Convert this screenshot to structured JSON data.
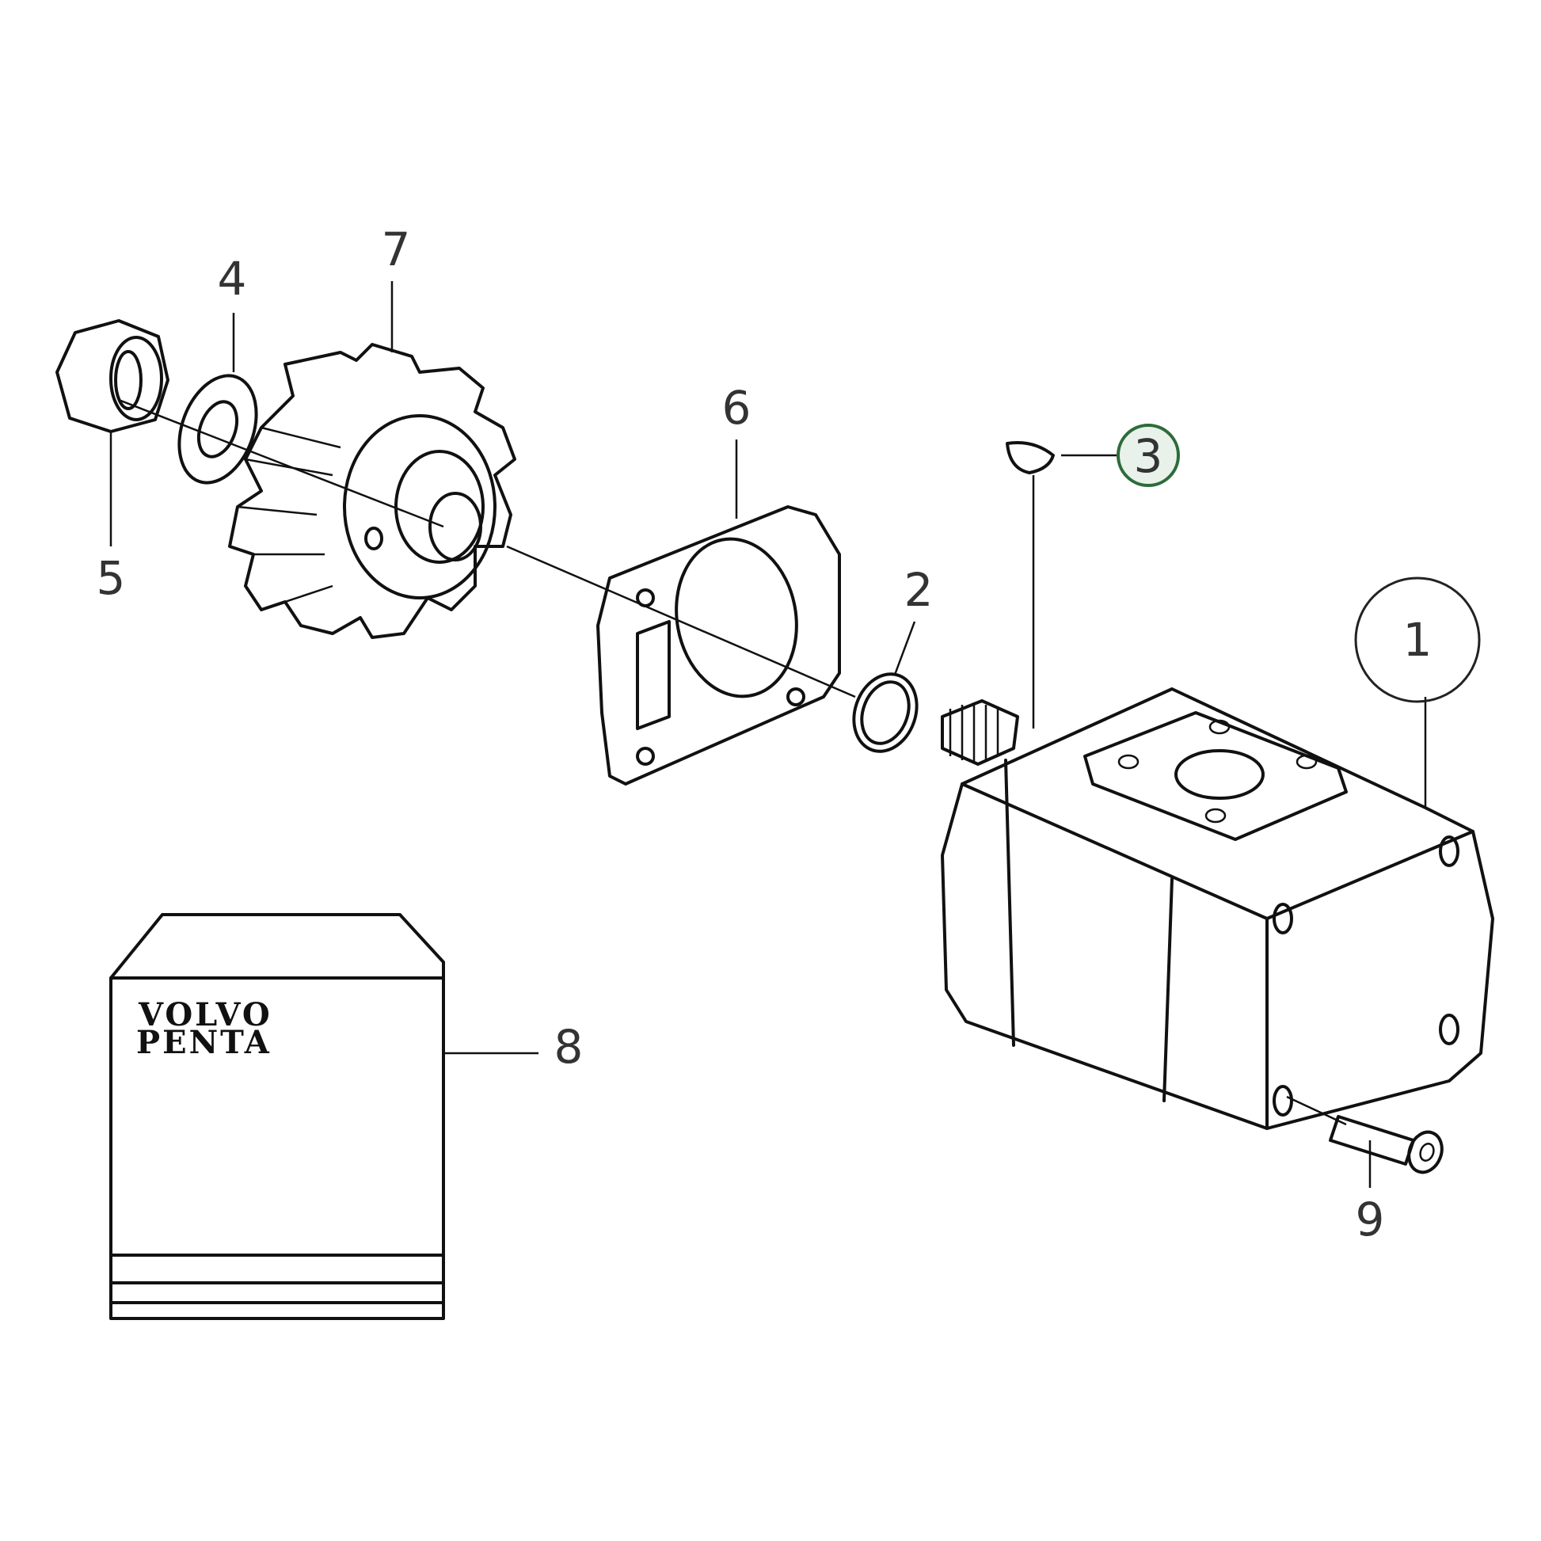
{
  "callouts": [
    {
      "id": "1",
      "label": "1",
      "circled": true,
      "highlight": false
    },
    {
      "id": "2",
      "label": "2",
      "circled": false,
      "highlight": false
    },
    {
      "id": "3",
      "label": "3",
      "circled": true,
      "highlight": true
    },
    {
      "id": "4",
      "label": "4",
      "circled": false,
      "highlight": false
    },
    {
      "id": "5",
      "label": "5",
      "circled": false,
      "highlight": false
    },
    {
      "id": "6",
      "label": "6",
      "circled": false,
      "highlight": false
    },
    {
      "id": "7",
      "label": "7",
      "circled": false,
      "highlight": false
    },
    {
      "id": "8",
      "label": "8",
      "circled": false,
      "highlight": false
    },
    {
      "id": "9",
      "label": "9",
      "circled": false,
      "highlight": false
    }
  ],
  "kit_box": {
    "brand_line1": "VOLVO",
    "brand_line2": "PENTA"
  },
  "colors": {
    "line": "#111111",
    "label": "#333333",
    "highlight_ring": "#2e6b3a",
    "highlight_fill": "#e8f1ea"
  }
}
